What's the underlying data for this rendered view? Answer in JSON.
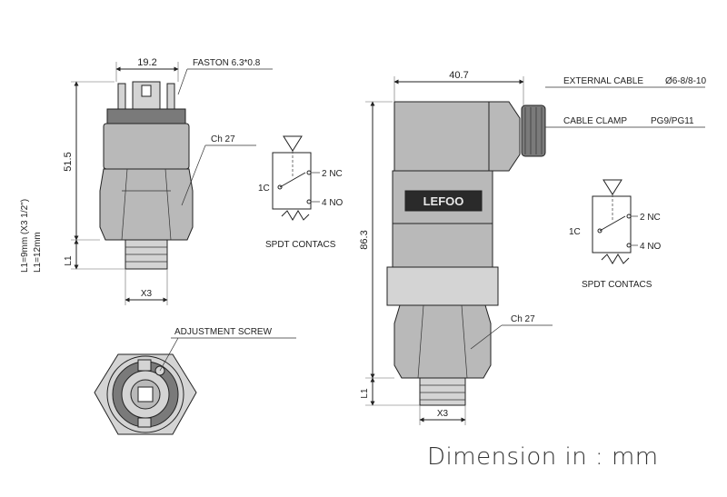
{
  "left_view": {
    "dim_width": "19.2",
    "faston": "FASTON 6.3*0.8",
    "dim_height": "51.5",
    "hex": "Ch 27",
    "thread": "X3",
    "l1": "L1",
    "l1_values": "L1=9mm  (X3 1/2\")",
    "l1_values2": "L1=12mm",
    "schematic": {
      "c": "1C",
      "nc": "2 NC",
      "no": "4 NO",
      "caption": "SPDT CONTACS"
    }
  },
  "bottom_view": {
    "adjust": "ADJUSTMENT SCREW"
  },
  "right_view": {
    "dim_width": "40.7",
    "cable": "EXTERNAL CABLE",
    "cable_range": "Ø6-8/8-10",
    "clamp": "CABLE CLAMP",
    "clamp_size": "PG9/PG11",
    "brand": "LEFOO",
    "dim_height": "86.3",
    "hex": "Ch 27",
    "l1": "L1",
    "thread": "X3",
    "schematic": {
      "c": "1C",
      "nc": "2 NC",
      "no": "4 NO",
      "caption": "SPDT CONTACS"
    }
  },
  "footer": "Dimension in : mm"
}
